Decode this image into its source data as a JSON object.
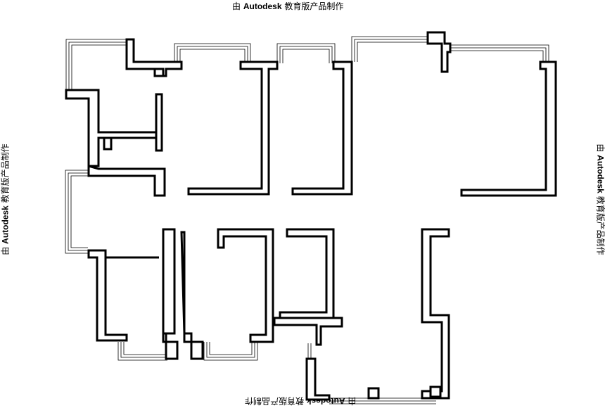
{
  "watermark": {
    "brand": "Autodesk",
    "prefix": "由",
    "suffix": "教育版产品制作"
  }
}
